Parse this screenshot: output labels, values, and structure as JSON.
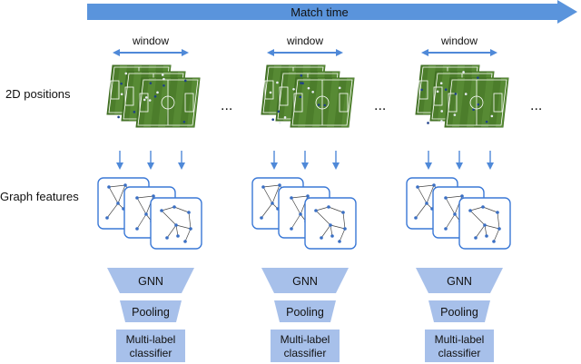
{
  "timeline": {
    "label": "Match time"
  },
  "row_labels": {
    "positions": "2D positions",
    "graph": "Graph features"
  },
  "blocks": [
    {
      "window": "window",
      "gnn": "GNN",
      "pooling": "Pooling",
      "classifier_line1": "Multi-label",
      "classifier_line2": "classifier"
    },
    {
      "window": "window",
      "gnn": "GNN",
      "pooling": "Pooling",
      "classifier_line1": "Multi-label",
      "classifier_line2": "classifier"
    },
    {
      "window": "window",
      "gnn": "GNN",
      "pooling": "Pooling",
      "classifier_line1": "Multi-label",
      "classifier_line2": "classifier"
    }
  ],
  "ellipsis": [
    "...",
    "...",
    "..."
  ],
  "colors": {
    "arrow": "#4f89d8",
    "pitch": "#4c7d2b",
    "pitch_line": "#ffffff",
    "graph_border": "#3a78d6",
    "node": "#3a6fc4",
    "module": "#a7c0ea"
  }
}
